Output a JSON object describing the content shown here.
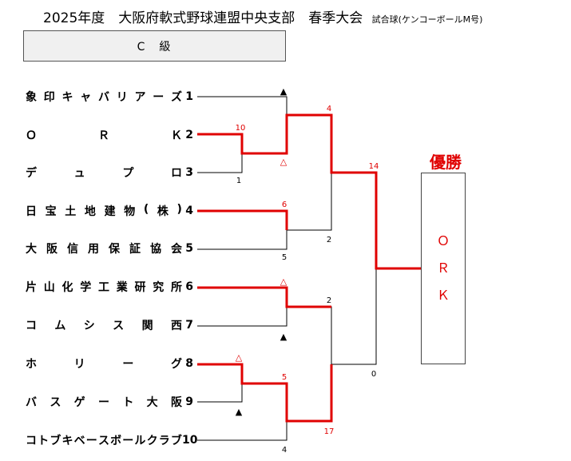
{
  "header": {
    "title": "2025年度　大阪府軟式野球連盟中央支部　春季大会",
    "subtitle": "試合球(ケンコーボールM号)"
  },
  "class_label": "C　級",
  "teams": [
    {
      "name": "象印キャバリアーズ",
      "num": "1"
    },
    {
      "name": "ＯＲＫ",
      "num": "2"
    },
    {
      "name": "デュプロ",
      "num": "3"
    },
    {
      "name": "日宝土地建物(株)",
      "num": "4"
    },
    {
      "name": "大阪信用保証協会",
      "num": "5"
    },
    {
      "name": "片山化学工業研究所",
      "num": "6"
    },
    {
      "name": "コムシス関西",
      "num": "7"
    },
    {
      "name": "ホリーグ",
      "num": "8"
    },
    {
      "name": "バスゲート大阪",
      "num": "9"
    },
    {
      "name": "コトブキベースボールクラブ",
      "num": "10"
    }
  ],
  "scores": {
    "r1_2v3_top": "10",
    "r1_2v3_bot": "1",
    "r2_4v5_top": "6",
    "r2_4v5_bot": "5",
    "r2_6v7_top": "2",
    "r1_8v9_top": "5",
    "sf_top_top": "4",
    "sf_top_bot": "2",
    "sf_bot_bot": "17",
    "sf_bot_bot2": "4",
    "final_top": "14",
    "final_bot": "0"
  },
  "marks": {
    "win": "▲",
    "lose": "△"
  },
  "champion": {
    "title": "優勝",
    "chars": [
      "Ｏ",
      "Ｒ",
      "Ｋ"
    ]
  },
  "colors": {
    "win_line": "#e00000",
    "line": "#000000"
  }
}
